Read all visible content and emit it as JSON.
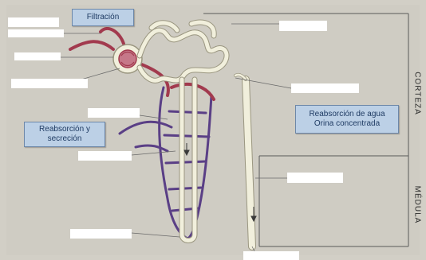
{
  "callouts": {
    "filtration": "Filtración",
    "reabsorption_secretion": [
      "Reabsorción y",
      "secreción"
    ],
    "water_reabsorption": [
      "Reabsorción de agua",
      "Orina concentrada"
    ]
  },
  "regions": {
    "cortex": "CORTEZA",
    "medulla": "MÉDULA"
  },
  "colors": {
    "background": "#d2cfc6",
    "arteriole_red": "#a23a4e",
    "vein_purple": "#5a3f86",
    "tubule_cream": "#f1efdc",
    "tubule_outline": "#9a9680",
    "callout_fill": "#bcd0e6",
    "frame_line": "#5a5a5a"
  }
}
